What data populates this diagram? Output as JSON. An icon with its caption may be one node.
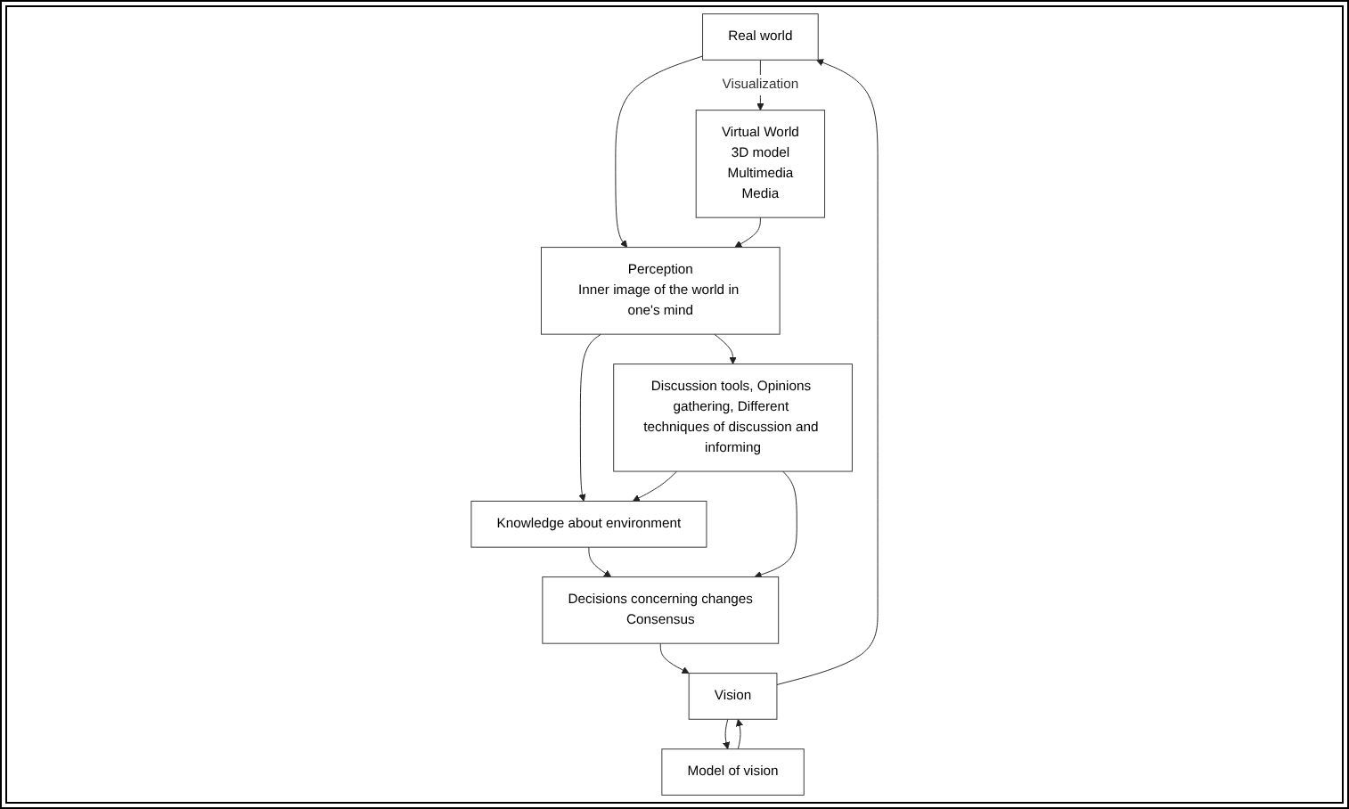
{
  "diagram": {
    "nodes": [
      {
        "text": [
          "Real world"
        ]
      },
      {
        "text": [
          "Virtual World",
          "3D model",
          "Multimedia",
          "Media"
        ]
      },
      {
        "text": [
          "Perception",
          "Inner image of the world in one's mind"
        ]
      },
      {
        "text": [
          "Knowledge about environment"
        ]
      },
      {
        "text": [
          "Discussion tools, Opinions gathering, Different techniques of discussion and informing"
        ]
      },
      {
        "text": [
          "Decisions concerning changes",
          "Consensus"
        ]
      },
      {
        "text": [
          "Vision"
        ]
      },
      {
        "text": [
          "Model of vision"
        ]
      }
    ],
    "edges": [
      {
        "from": 0,
        "to": 1,
        "arrow": "to",
        "label": "Visualization"
      },
      {
        "from": 0,
        "to": 2,
        "arrow": "to"
      },
      {
        "from": 1,
        "to": 2,
        "arrow": "to"
      },
      {
        "from": 2,
        "to": 4,
        "arrow": "to"
      },
      {
        "from": 2,
        "to": 3,
        "arrow": "to"
      },
      {
        "from": 4,
        "to": 3,
        "arrow": "to"
      },
      {
        "from": 3,
        "to": 5,
        "arrow": "to"
      },
      {
        "from": 4,
        "to": 5,
        "arrow": "to"
      },
      {
        "from": 5,
        "to": 6,
        "arrow": "to"
      },
      {
        "from": 7,
        "to": 6,
        "arrow": "to"
      },
      {
        "from": 6,
        "to": 7,
        "arrow": "to"
      },
      {
        "from": 6,
        "to": 0,
        "arrow": "to"
      }
    ]
  }
}
